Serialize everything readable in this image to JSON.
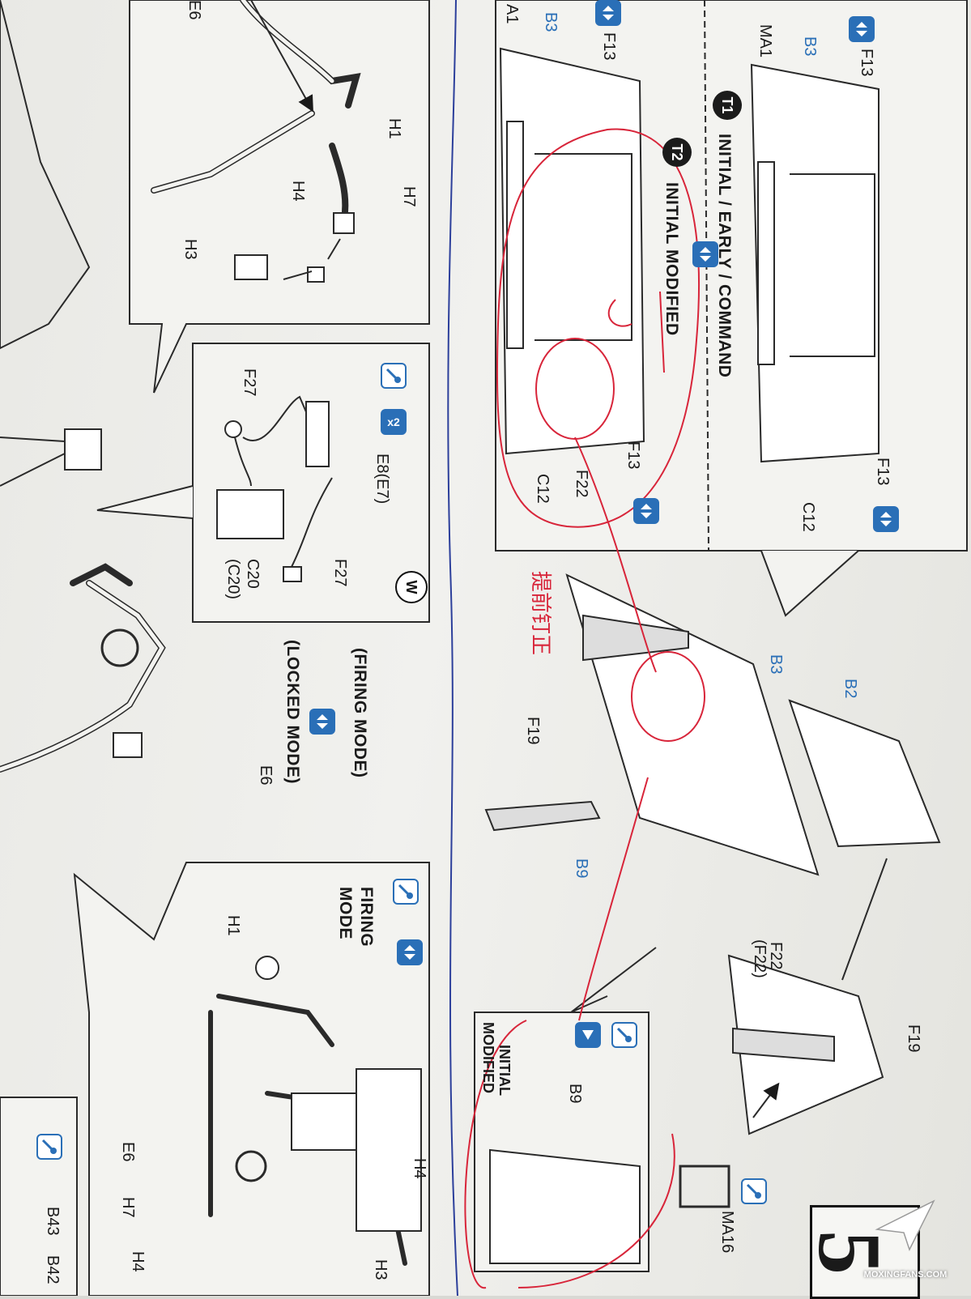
{
  "labels": {
    "E6_top": "E6",
    "H1_top": "H1",
    "H7_top": "H7",
    "H4_top": "H4",
    "H3_top": "H3",
    "F27_a": "F27",
    "F27_b": "F27",
    "E8": "E8(E7)",
    "C20": "C20",
    "C20_alt": "(C20)",
    "x2": "x2",
    "W": "W",
    "firing_mode": "(FIRING MODE)",
    "locked_mode": "(LOCKED MODE)",
    "E6_mid": "E6",
    "firing_mode_2": "FIRING",
    "mode_2": "MODE",
    "H1_bot": "H1",
    "E6_bot": "E6",
    "H7_bot": "H7",
    "H4_bot": "H4",
    "H4_bot_r": "H4",
    "H3_bot": "H3",
    "B43": "B43",
    "B42": "B42",
    "A1": "A1",
    "B3_a": "B3",
    "F13_a": "F13",
    "F13_b": "F13",
    "C12_a": "C12",
    "F22_a": "F22",
    "T2": "T2",
    "initial_modified": "INITIAL MODIFIED",
    "T1": "T1",
    "initial_early_command": "INITIAL / EARLY / COMMAND",
    "MA1": "MA1",
    "B3_b": "B3",
    "F13_c": "F13",
    "F13_d": "F13",
    "C12_b": "C12",
    "B3_main": "B3",
    "B2": "B2",
    "F19_a": "F19",
    "B9_main": "B9",
    "F22_b": "F22",
    "F22_b_alt": "(F22)",
    "F19_b": "F19",
    "MA16": "MA16",
    "initial_2": "INITIAL",
    "modified_2": "MODIFIED",
    "B9_inset": "B9",
    "step_number": "5",
    "watermark": "MOXINGFANS.COM",
    "handwritten_note": "提前钉正"
  },
  "colors": {
    "instruction_blue": "#2a6fb7",
    "annotation_red": "#d8253a",
    "fold_line_blue": "#2c3f9b",
    "line_art": "#2a2a2a"
  },
  "icons": {
    "paint": "paint-brush-icon",
    "repeat": "two-way-arrow-icon",
    "glue": "glue-icon"
  }
}
